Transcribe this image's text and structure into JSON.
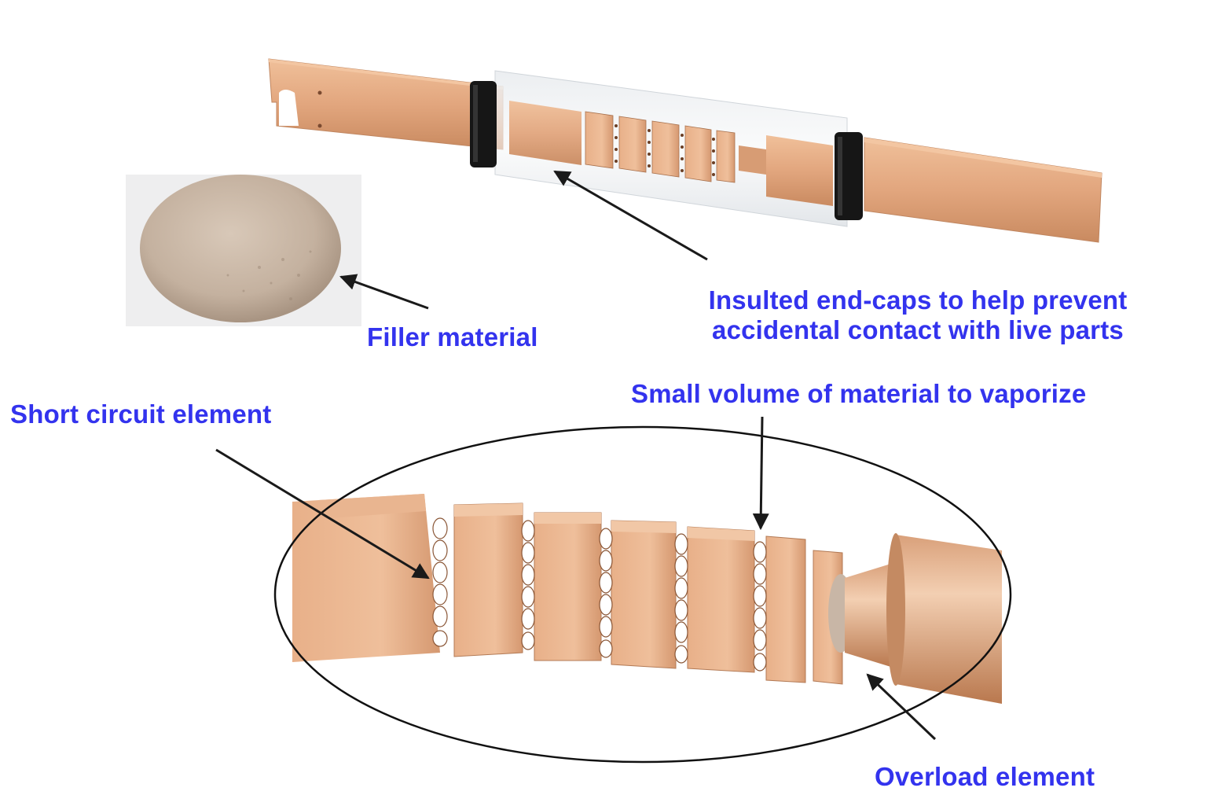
{
  "diagram": {
    "subject": "Current-limiting fuse anatomy",
    "colors": {
      "label": "#3333ee",
      "copper": "#e0a47c",
      "copper_dark": "#b97a52",
      "end_cap": "#151515",
      "arrow": "#1a1a1a",
      "filler": "#c9b8a8"
    },
    "labels": {
      "filler_material": "Filler material",
      "insulated_end_caps_line1": "Insulted end-caps to help prevent",
      "insulated_end_caps_line2": "accidental contact with live parts",
      "short_circuit_element": "Short circuit element",
      "small_volume": "Small volume of material to vaporize",
      "overload_element": "Overload element"
    },
    "components": {
      "fuse_overview": "fuse-body-with-blades",
      "filler_sample": "sand-filler-pile",
      "detail_view": "oval-closeup-of-element"
    }
  }
}
